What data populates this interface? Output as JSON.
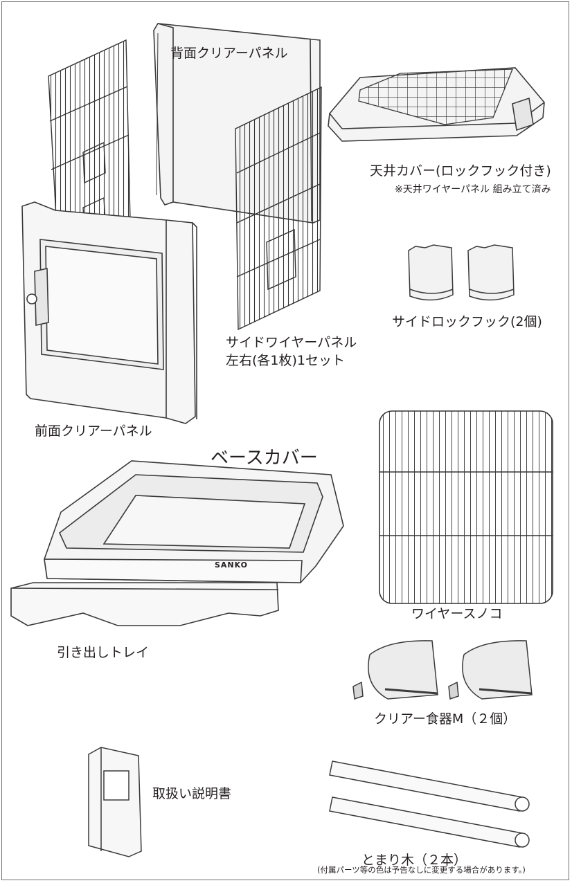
{
  "parts": {
    "back_panel": "背面クリアーパネル",
    "ceiling_cover": "天井カバー(ロックフック付き)",
    "ceiling_note": "※天井ワイヤーパネル 組み立て済み",
    "side_lock_hook": "サイドロックフック(2個)",
    "side_wire_line1": "サイドワイヤーパネル",
    "side_wire_line2": "左右(各1枚)1セット",
    "front_panel": "前面クリアーパネル",
    "base_cover": "ベースカバー",
    "wire_floor": "ワイヤースノコ",
    "drawer_tray": "引き出しトレイ",
    "feeder": "クリアー食器M（２個）",
    "manual": "取扱い説明書",
    "perch": "とまり木（２本）"
  },
  "brand": "SANKO",
  "footer_note": "(付属パーツ等の色は予告なしに変更する場合があります。)",
  "colors": {
    "line": "#3a3a3a",
    "fill_light": "#f3f3f3",
    "fill_mid": "#e2e2e2"
  }
}
